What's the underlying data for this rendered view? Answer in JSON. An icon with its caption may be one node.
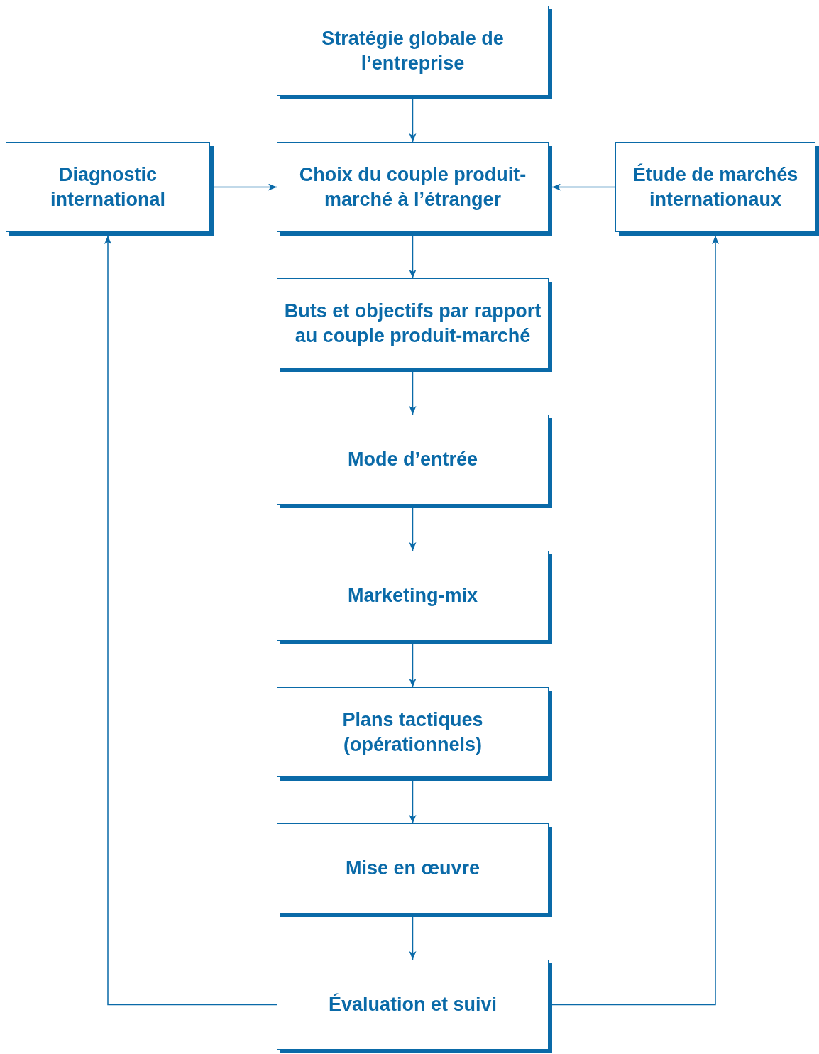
{
  "diagram": {
    "nodes": [
      {
        "text": [
          "Stratégie globale de l’entreprise"
        ]
      },
      {
        "text": [
          "Diagnostic international"
        ]
      },
      {
        "text": [
          "Choix du couple produit-marché à l’étranger"
        ]
      },
      {
        "text": [
          "Étude de marchés internationaux"
        ]
      },
      {
        "text": [
          "Buts et objectifs par rapport au couple produit-marché"
        ]
      },
      {
        "text": [
          "Mode d’entrée"
        ]
      },
      {
        "text": [
          "Marketing-mix"
        ]
      },
      {
        "text": [
          "Plans tactiques (opérationnels)"
        ]
      },
      {
        "text": [
          "Mise en œuvre"
        ]
      },
      {
        "text": [
          "Évaluation et suivi"
        ]
      }
    ],
    "edges": [
      {
        "from": 0,
        "to": 2,
        "arrow": "to"
      },
      {
        "from": 1,
        "to": 2,
        "arrow": "to"
      },
      {
        "from": 3,
        "to": 2,
        "arrow": "to"
      },
      {
        "from": 2,
        "to": 4,
        "arrow": "to"
      },
      {
        "from": 4,
        "to": 5,
        "arrow": "to"
      },
      {
        "from": 5,
        "to": 6,
        "arrow": "to"
      },
      {
        "from": 6,
        "to": 7,
        "arrow": "to"
      },
      {
        "from": 7,
        "to": 8,
        "arrow": "to"
      },
      {
        "from": 8,
        "to": 9,
        "arrow": "to"
      },
      {
        "from": 9,
        "to": 1,
        "arrow": "to"
      },
      {
        "from": 9,
        "to": 3,
        "arrow": "to"
      }
    ]
  }
}
